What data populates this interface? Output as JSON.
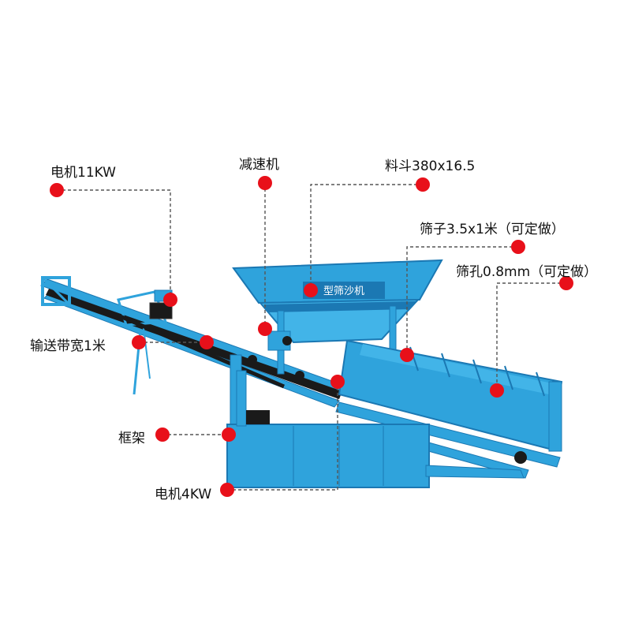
{
  "colors": {
    "machine_blue": "#2fa3dc",
    "machine_dark": "#1b78b3",
    "marker_red": "#e8101a",
    "leader_line": "#555555",
    "belt": "#1a1a1a"
  },
  "hopper_sign": "型筛沙机",
  "callouts": [
    {
      "id": "motor-11kw",
      "label": "电机11KW"
    },
    {
      "id": "reducer",
      "label": "减速机"
    },
    {
      "id": "hopper",
      "label": "料斗380x16.5"
    },
    {
      "id": "screen",
      "label": "筛子3.5x1米（可定做）"
    },
    {
      "id": "mesh",
      "label": "筛孔0.8mm（可定做）"
    },
    {
      "id": "conveyor-width",
      "label": "输送带宽1米"
    },
    {
      "id": "frame",
      "label": "框架"
    },
    {
      "id": "motor-4kw",
      "label": "电机4KW"
    }
  ]
}
